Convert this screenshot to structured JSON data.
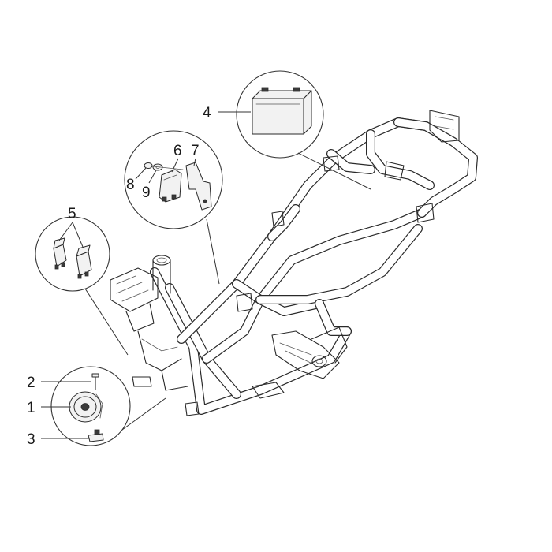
{
  "callouts": {
    "c1": "1",
    "c2": "2",
    "c3": "3",
    "c4": "4",
    "c5": "5",
    "c6": "6",
    "c7": "7",
    "c8": "8",
    "c9": "9"
  },
  "colors": {
    "line": "#2a2a2a",
    "background": "#ffffff",
    "part_fill": "#f2f2f2"
  }
}
